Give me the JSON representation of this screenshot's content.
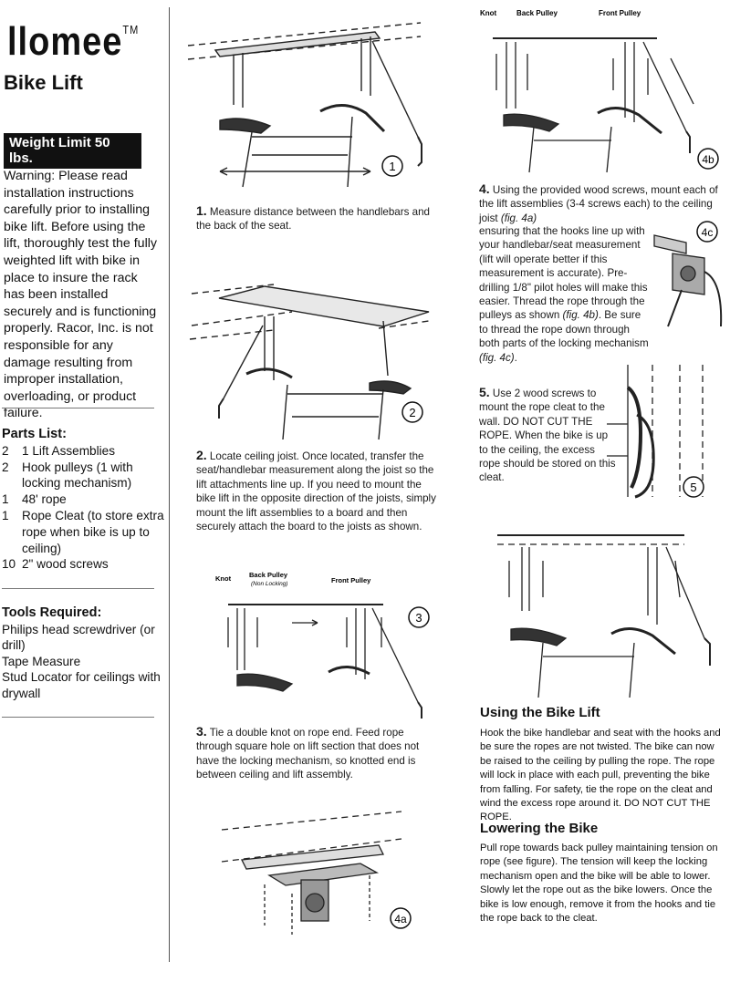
{
  "brand": {
    "logo": "llomee",
    "tm": "TM"
  },
  "product_title": "Bike Lift",
  "weight_badge": "Weight Limit 50 lbs.",
  "warning_text": "Warning:  Please read installation instructions carefully prior to installing bike lift. Before using the lift, thoroughly test the fully weighted lift with bike in place to insure the rack has been installed securely and is functioning properly. Racor, Inc. is not responsible for any damage resulting from improper installation, overloading, or product failure.",
  "parts": {
    "heading": "Parts List:",
    "items": [
      {
        "qty": "2",
        "desc": "1 Lift Assemblies"
      },
      {
        "qty": "2",
        "desc": "Hook pulleys (1 with locking mechanism)"
      },
      {
        "qty": "1",
        "desc": "48' rope"
      },
      {
        "qty": "1",
        "desc": "Rope Cleat (to store extra rope when bike is up to ceiling)"
      },
      {
        "qty": "10",
        "desc": "2\" wood screws"
      }
    ]
  },
  "tools": {
    "heading": "Tools Required:",
    "items": [
      "Philips head screwdriver (or drill)",
      "Tape Measure",
      "Stud Locator for ceilings with drywall"
    ]
  },
  "steps": {
    "s1": {
      "num": "1.",
      "text": "Measure distance between the handlebars and the back of the seat."
    },
    "s2": {
      "num": "2.",
      "text": "Locate ceiling joist. Once located, transfer the seat/handlebar measurement along the joist so the lift attachments line up. If you need to mount the bike lift in the opposite direction of the joists, simply mount the lift assemblies to a board and then securely attach the board to the joists as shown."
    },
    "s3": {
      "num": "3.",
      "text": "Tie a double knot on rope end. Feed rope through square hole on lift section that does not have the locking mechanism, so knotted end is between ceiling and lift assembly."
    },
    "s4": {
      "num": "4.",
      "text_a": "Using the provided wood screws, mount each of the lift assemblies (3-4 screws each) to the ceiling joist",
      "ref_4a": "(fig. 4a)",
      "text_b": "ensuring that the hooks line up with your handlebar/seat measurement (lift will operate better if this measurement is accurate). Pre-drilling 1/8\" pilot holes will make this easier. Thread the rope through the pulleys as shown",
      "ref_4b": "(fig. 4b)",
      "text_c": ". Be sure to thread the rope down through both parts of the locking mechanism",
      "ref_4c": "(fig. 4c)",
      "text_d": "."
    },
    "s5": {
      "num": "5.",
      "text": "Use 2 wood screws to mount the rope cleat to the wall. DO NOT CUT THE ROPE. When the bike is up to the ceiling, the excess rope should be stored on this cleat."
    }
  },
  "figures": {
    "f1": "1",
    "f2": "2",
    "f3": "3",
    "f4a": "4a",
    "f4b": "4b",
    "f4c": "4c",
    "f5": "5",
    "knot": "Knot",
    "back_pulley": "Back Pulley",
    "front_pulley": "Front Pulley",
    "non_locking": "(Non Locking)"
  },
  "using": {
    "heading": "Using the Bike Lift",
    "text": "Hook the bike handlebar and seat with the hooks and be sure the ropes are not twisted. The bike can now be raised to the ceiling by pulling the rope. The rope will lock in place with each pull, preventing the bike from falling. For safety, tie the rope on the cleat and wind the excess rope around it. DO NOT CUT THE ROPE."
  },
  "lowering": {
    "heading": "Lowering the Bike",
    "text": "Pull rope towards back pulley maintaining tension on rope (see figure). The tension will keep the locking mechanism open and the bike will be able to lower. Slowly let the rope out as the bike lowers. Once the bike is low enough, remove it from the hooks and tie the rope back to the cleat."
  }
}
